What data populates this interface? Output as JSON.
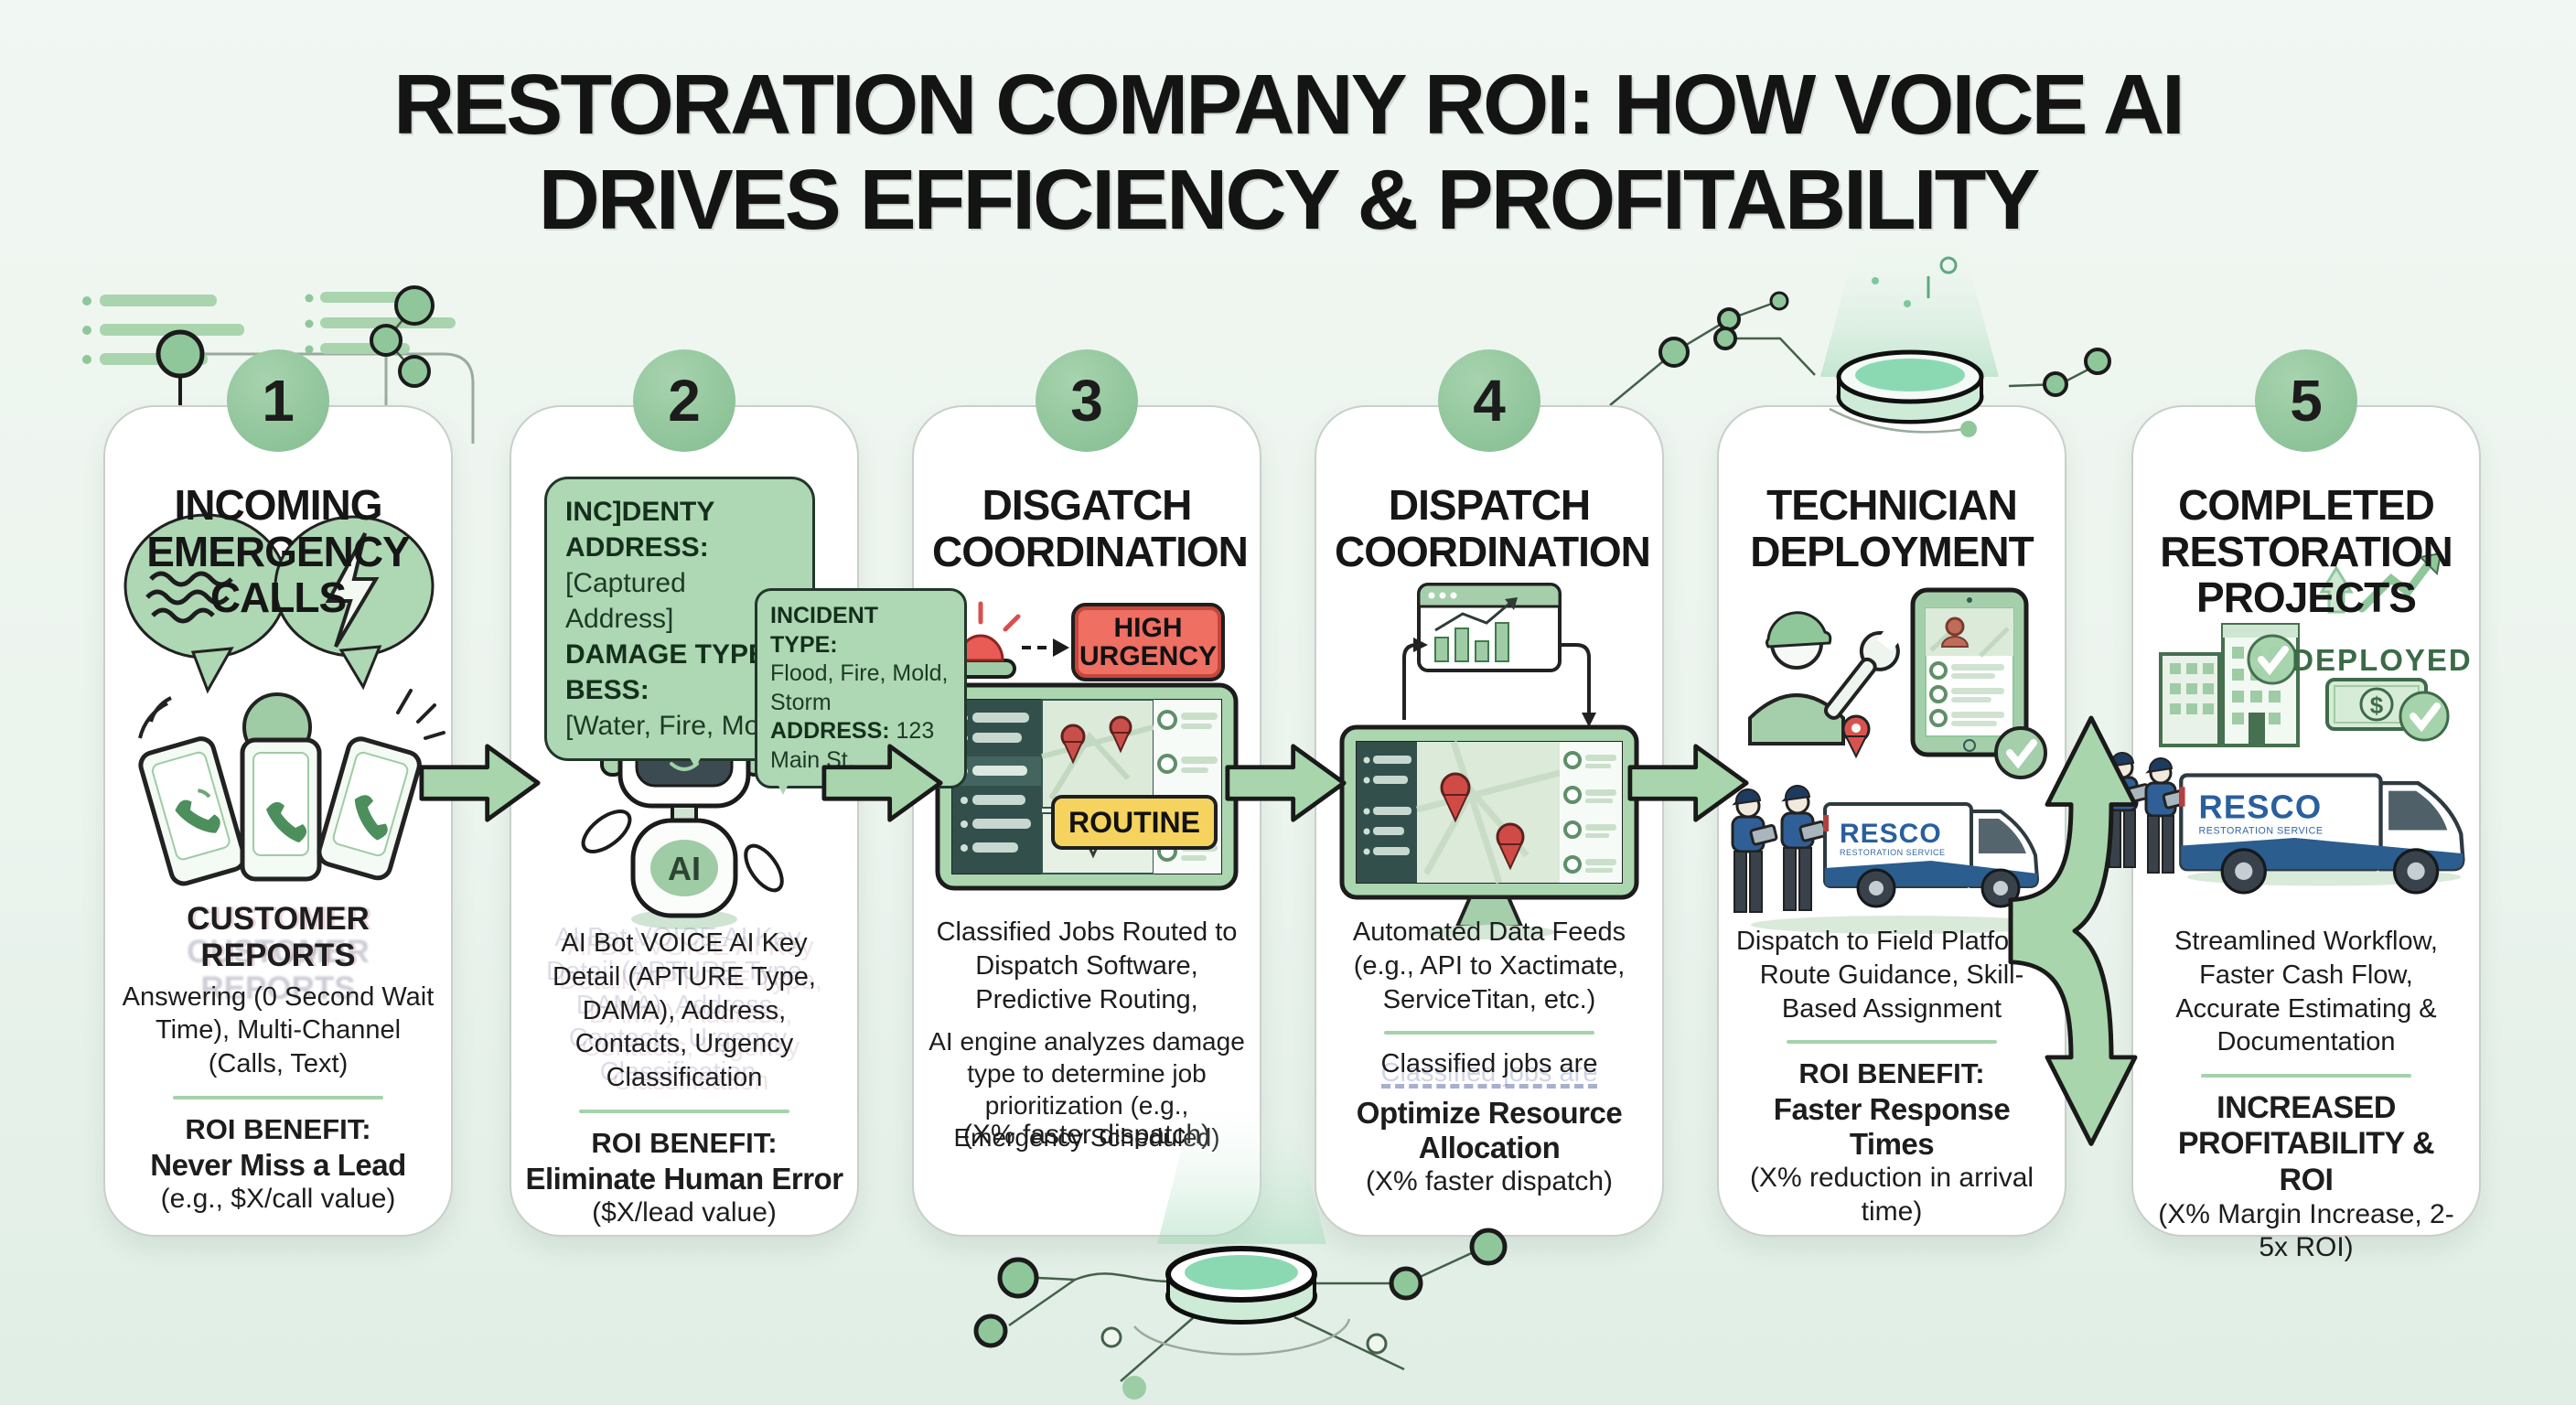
{
  "title": {
    "line1": "RESTORATION COMPANY ROI: HOW VOICE AI",
    "line2": "DRIVES EFFICIENCY & PROFITABILITY"
  },
  "steps": [
    {
      "number": "1",
      "title": "INCOMING EMERGENCY CALLS",
      "section_heading": "CUSTOMER REPORTS",
      "description": "Answering (0 Second Wait Time), Multi-Channel (Calls, Text)",
      "roi_label": "ROI BENEFIT:",
      "roi_highlight": "Never Miss a Lead",
      "roi_detail": "(e.g., $X/call value)"
    },
    {
      "number": "2",
      "speech_bubble": {
        "line1": "INC]DENTY ADDRESS:",
        "line2": "[Captured Address]",
        "line3": "DAMAGE TYPE: BESS:",
        "line4": "[Water, Fire, Mold]"
      },
      "robot_label": "AI",
      "side_bubble": {
        "line1": "INCIDENT TYPE:",
        "line2": "Flood, Fire, Mold, Storm",
        "line3a": "ADDRESS:",
        "line3b": " 123 Main St."
      },
      "description": "AI Bot VOICE AI Key Detail (APTURE Type, DAMA), Address, Contacts, Urgency Classification",
      "roi_label": "ROI BENEFIT:",
      "roi_highlight": "Eliminate Human Error",
      "roi_detail": "($X/lead value)"
    },
    {
      "number": "3",
      "title": "DISGATCH COORDINATION",
      "badge_high": "HIGH URGENCY",
      "badge_routine": "ROUTINE",
      "description": "Classified Jobs Routed to Dispatch Software, Predictive Routing,",
      "description2": "AI engine analyzes damage type to determine job prioritization (e.g., Emergency Scheduled)",
      "roi_detail": "(X% faster dispatch)"
    },
    {
      "number": "4",
      "title": "DISPATCH COORDINATION",
      "description": "Automated Data Feeds (e.g., API to Xactimate, ServiceTitan, etc.)",
      "glitch_line": "Classified jobs are",
      "roi_highlight": "Optimize Resource Allocation",
      "roi_detail": "(X% faster dispatch)"
    },
    {
      "title": "TECHNICIAN DEPLOYMENT",
      "van_brand": "RESCO",
      "van_sub": "RESTORATION SERVICE",
      "description": "Dispatch to Field Platform, Route Guidance, Skill-Based Assignment",
      "roi_label": "ROI BENEFIT:",
      "roi_highlight": "Faster Response Times",
      "roi_detail": "(X% reduction in arrival time)"
    },
    {
      "number": "5",
      "title": "COMPLETED RESTORATION PROJECTS",
      "deployed_label": "DEPLOYED",
      "van_brand": "RESCO",
      "van_sub": "RESTORATION SERVICE",
      "description": "Streamlined Workflow, Faster Cash Flow, Accurate Estimating & Documentation",
      "roi_highlight": "INCREASED PROFITABILITY & ROI",
      "roi_detail": "(X% Margin Increase, 2-5x ROI)"
    }
  ],
  "colors": {
    "background": "#edf5ee",
    "card": "#ffffff",
    "accent_green": "#8fc79a",
    "bubble_green": "#aed7b3",
    "high_urgency_red": "#ef6f63",
    "routine_yellow": "#f5d35e",
    "pin_red": "#d9534e",
    "van_blue": "#2b5d8f",
    "brand_blue": "#2a5f9e",
    "text": "#1b1b1b"
  }
}
